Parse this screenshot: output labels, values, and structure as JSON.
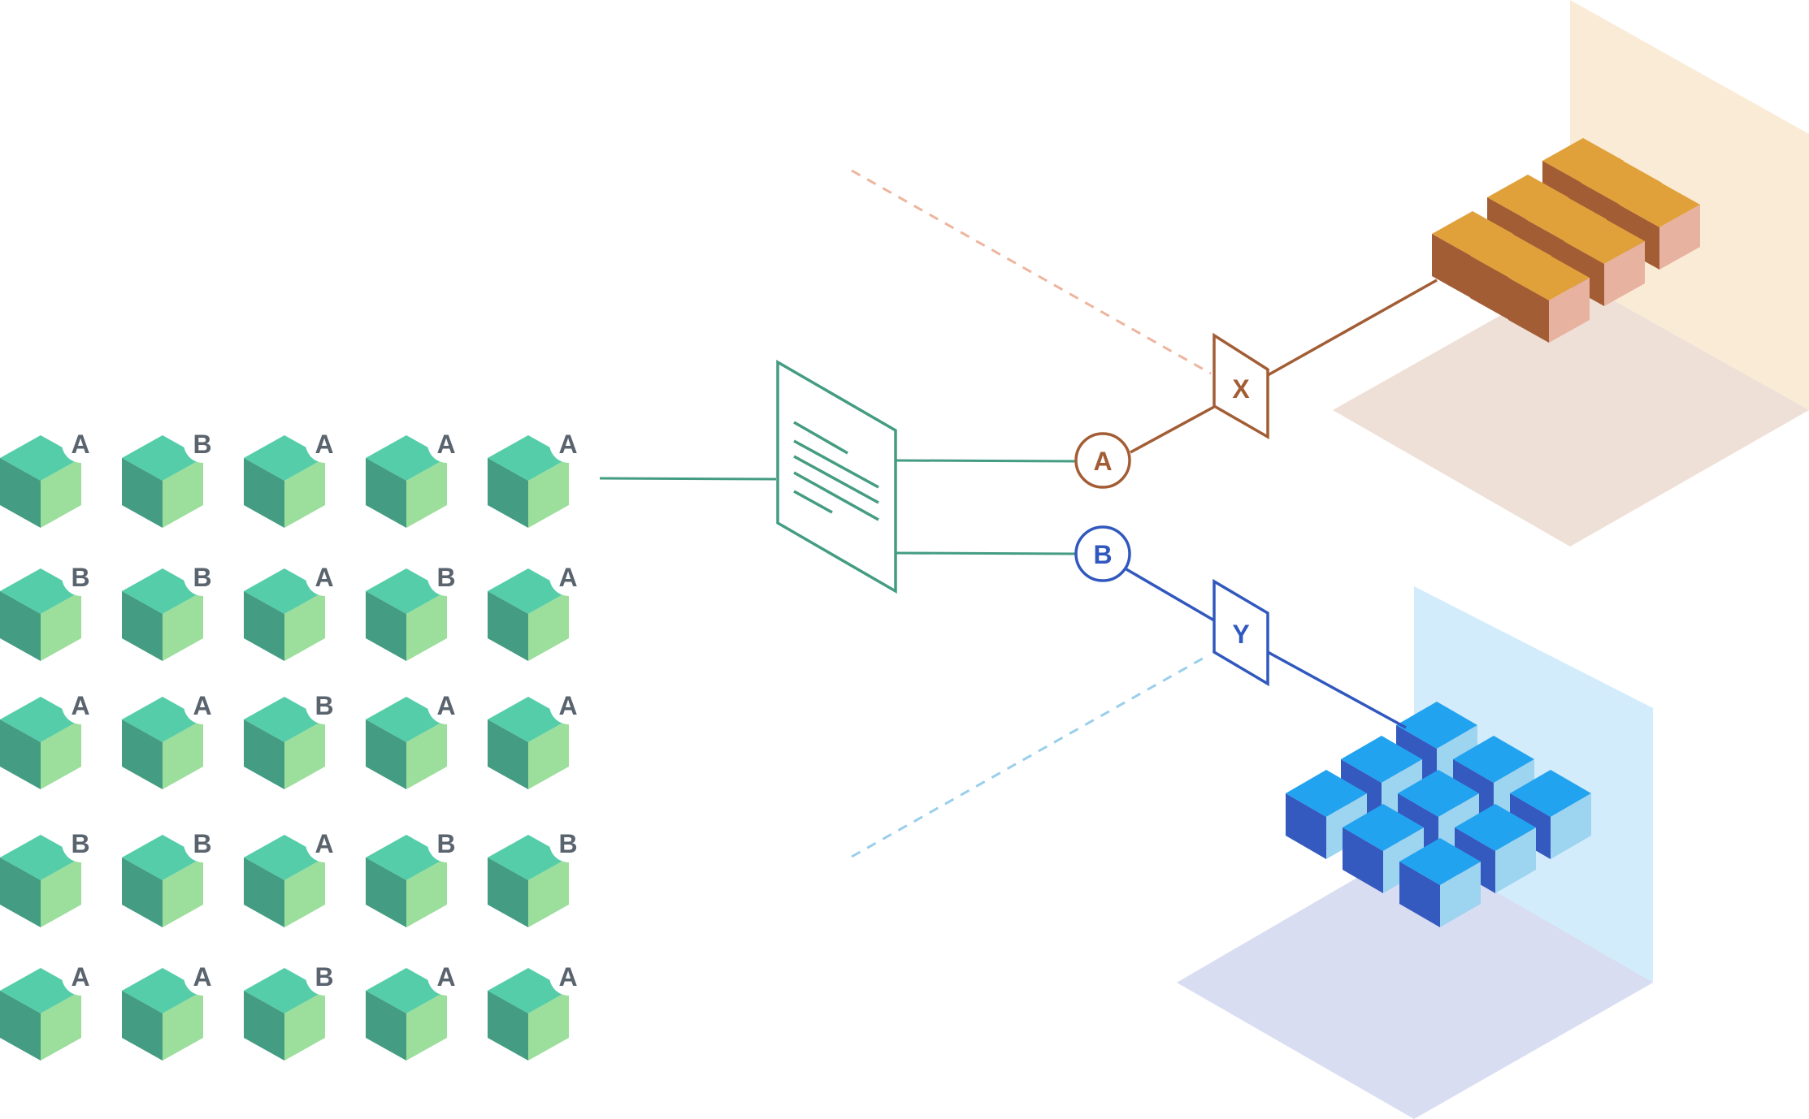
{
  "colors": {
    "green_top": "#55CDA9",
    "green_left": "#449C82",
    "green_right": "#9CDE9C",
    "label_gray": "#5A646E",
    "green_line": "#449C82",
    "brown": "#A35D35",
    "orange_top": "#E0A13A",
    "orange_right": "#E8B2A0",
    "orange_back": "#FAEBD7",
    "orange_floor": "#EEE0D6",
    "orange_dash": "#EDB59D",
    "blue_line": "#3158BE",
    "blue_top": "#22A3F0",
    "blue_left": "#345AC0",
    "blue_right": "#9DD4F0",
    "blue_back": "#D3ECFC",
    "blue_floor": "#D8DDF1",
    "blue_dash": "#9ACFEB"
  },
  "source_grid": {
    "rows": [
      [
        "A",
        "B",
        "A",
        "A",
        "A"
      ],
      [
        "B",
        "B",
        "A",
        "B",
        "A"
      ],
      [
        "A",
        "A",
        "B",
        "A",
        "A"
      ],
      [
        "B",
        "B",
        "A",
        "B",
        "B"
      ],
      [
        "A",
        "A",
        "B",
        "A",
        "A"
      ]
    ]
  },
  "router": {
    "icon": "document-lines-icon"
  },
  "branches": {
    "a": {
      "node_label": "A",
      "filter_label": "X"
    },
    "b": {
      "node_label": "B",
      "filter_label": "Y"
    }
  }
}
